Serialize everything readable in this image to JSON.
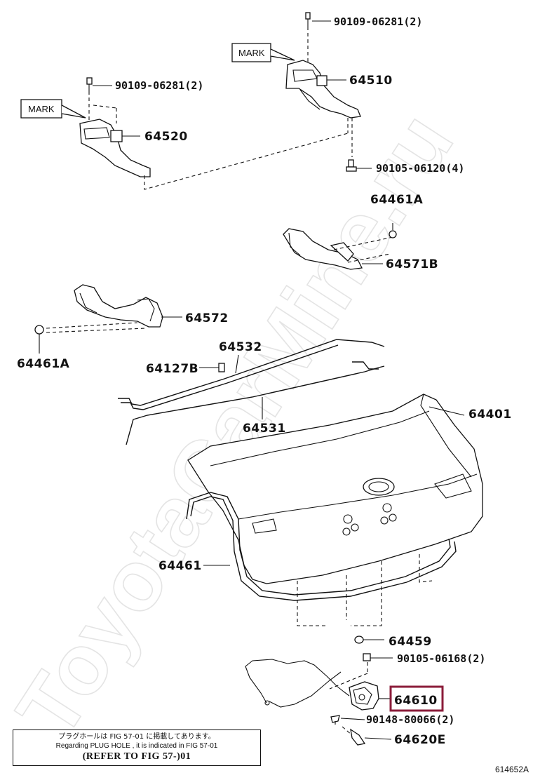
{
  "watermark": "ToyotaCarMine.ru",
  "marks": [
    "MARK",
    "MARK"
  ],
  "labels": {
    "bolt_top": "90109-06281(2)",
    "hinge_rh": "64510",
    "bolt_mid": "90109-06281(2)",
    "hinge_lh": "64520",
    "bolt_hinge": "90105-06120(4)",
    "clip_a_top": "64461A",
    "stay_b": "64571B",
    "stay": "64572",
    "clip_a_left": "64461A",
    "rod_upper": "64532",
    "clamp": "64127B",
    "rod_lower": "64531",
    "lid": "64401",
    "weatherstrip": "64461",
    "cushion": "64459",
    "bolt_lock": "90105-06168(2)",
    "lock": "64610",
    "screw": "90148-80066(2)",
    "striker": "64620E"
  },
  "highlight": {
    "part": "64610",
    "color": "#8b1c3a"
  },
  "note": {
    "jp": "プラグホールは FIG 57-01 に掲載してあります。",
    "en": "Regarding PLUG HOLE , it is indicated in FIG 57-01",
    "ref": "(REFER TO FIG 57-)01"
  },
  "figure_code": "614652A"
}
